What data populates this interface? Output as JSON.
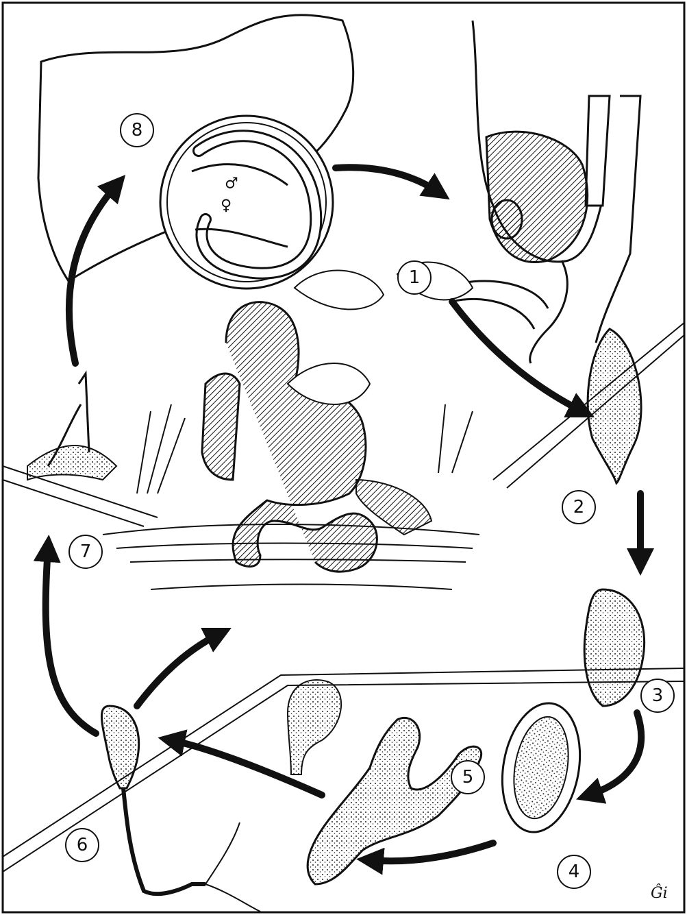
{
  "diagram": {
    "stage_labels": [
      "1",
      "2",
      "3",
      "4",
      "5",
      "6",
      "7",
      "8"
    ],
    "female_symbol": "♀",
    "male_symbol": "♂",
    "signature": "Ĝi"
  }
}
